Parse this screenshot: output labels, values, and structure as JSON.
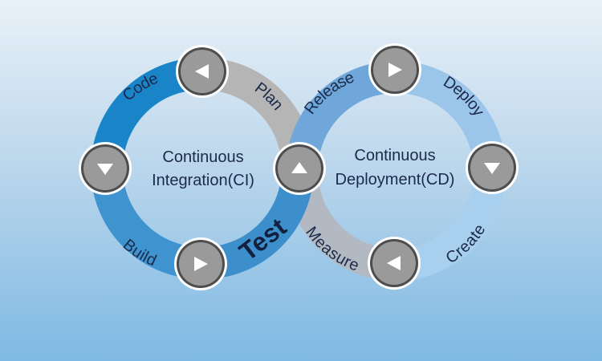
{
  "segments": {
    "code": "Code",
    "plan": "Plan",
    "build": "Build",
    "test": "Test",
    "release": "Release",
    "deploy": "Deploy",
    "measure": "Measure",
    "create": "Create"
  },
  "ci": {
    "line1": "Continuous",
    "line2": "Integration(CI)"
  },
  "cd": {
    "line1": "Continuous",
    "line2": "Deployment(CD)"
  },
  "colors": {
    "code": "#1a84c9",
    "build": "#3f93cf",
    "plan": "#b5b5b5",
    "test": "#3d8fcc",
    "release": "#6fa7da",
    "deploy": "#9cc5ea",
    "measure": "#b3b9c2",
    "create": "#a8d0ee",
    "node_arrow": "#ffffff"
  },
  "nodes": [
    {
      "id": "top-left",
      "icon": "arrow-left-icon"
    },
    {
      "id": "left",
      "icon": "arrow-down-icon"
    },
    {
      "id": "bottom-left",
      "icon": "arrow-right-icon"
    },
    {
      "id": "center",
      "icon": "arrow-up-icon"
    },
    {
      "id": "top-right",
      "icon": "arrow-right-icon"
    },
    {
      "id": "right",
      "icon": "arrow-down-icon"
    },
    {
      "id": "bottom-right",
      "icon": "arrow-left-icon"
    }
  ]
}
